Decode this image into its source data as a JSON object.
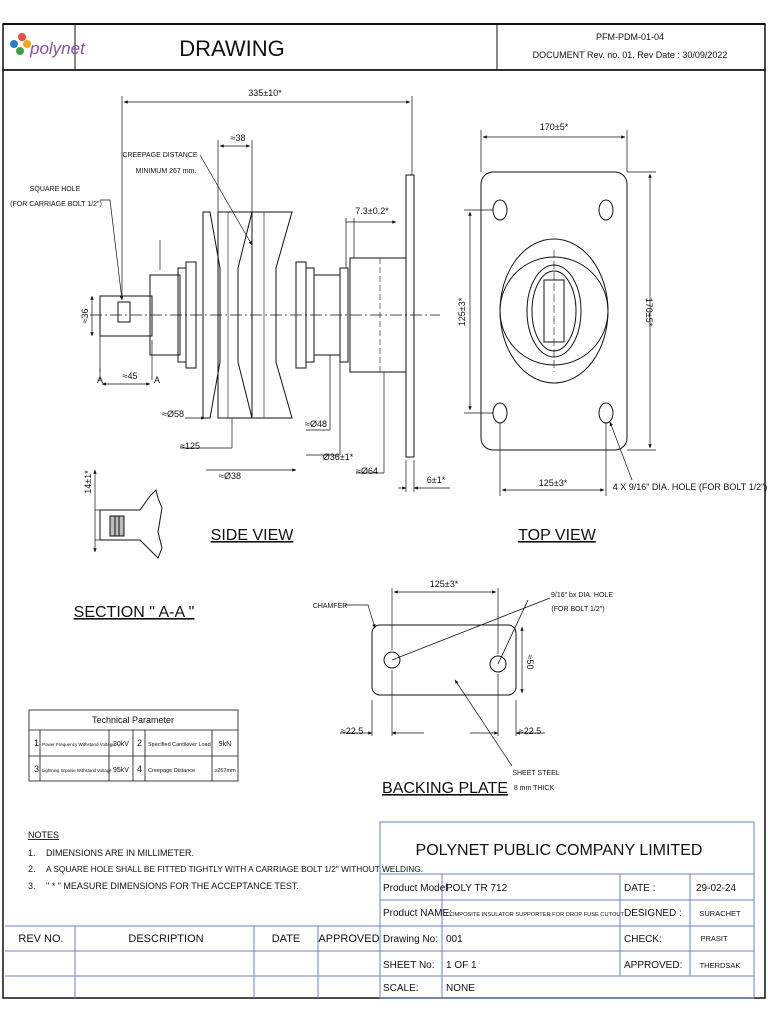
{
  "header": {
    "title": "DRAWING",
    "doc_code": "PFM-PDM-01-04",
    "doc_rev": "DOCUMENT Rev. no. 01, Rev Date : 30/09/2022"
  },
  "logo": {
    "text": "polynet"
  },
  "side_view": {
    "label": "SIDE VIEW",
    "dims": {
      "overall_length": "335±10*",
      "top_width": "≈38",
      "creepage_note_1": "CREEPAGE DISTANCE",
      "creepage_note_2": "MINIMUM 267 mm.",
      "square_hole_1": "SQUARE HOLE",
      "square_hole_2": "(FOR CARRIAGE BOLT 1/2\")",
      "groove": "7.3±0.2*",
      "height_36": "≈36",
      "len_45": "≈45",
      "section_a1": "A",
      "section_a2": "A",
      "dia_58": "≈Ø58",
      "len_125": "≈125",
      "dia_38": "≈Ø38",
      "dia_48": "≈Ø48",
      "dia_36": "Ø36±1*",
      "dia_64": "≈Ø64",
      "plate_thk": "6±1*"
    }
  },
  "top_view": {
    "label": "TOP VIEW",
    "dims": {
      "width_170": "170±5*",
      "height_125": "125±3*",
      "height_170": "170±5*",
      "width_125": "125±3*",
      "holes_note": "4 X 9/16\" DIA. HOLE (FOR BOLT 1/2\")"
    }
  },
  "section_aa": {
    "label": "SECTION \" A-A \"",
    "dim": "14±1*"
  },
  "backing_plate": {
    "label": "BACKING PLATE",
    "dims": {
      "hole_spacing": "125±3*",
      "chamfer": "CHAMFER",
      "hole_note_1": "9/16\" bx DIA. HOLE",
      "hole_note_2": "(FOR BOLT 1/2\")",
      "height_50": "≈50",
      "edge_left": "≈22.5",
      "edge_right": "≈22.5",
      "sheet_1": "SHEET STEEL",
      "sheet_2": "8 mm THICK"
    }
  },
  "tech_params": {
    "title": "Technical Parameter",
    "rows": [
      {
        "n1": "1",
        "p1": "Power Frequency Withstand Voltage",
        "v1": "30kV",
        "n2": "2",
        "p2": "Specified Cantilever Load",
        "v2": "9kN"
      },
      {
        "n1": "3",
        "p1": "Lightning Impulse Withstand Voltage",
        "v1": "95kV",
        "n2": "4",
        "p2": "Creepage Distance",
        "v2": "≥267mm"
      }
    ]
  },
  "notes": {
    "heading": "NOTES",
    "items": [
      {
        "num": "1.",
        "text": "DIMENSIONS ARE IN MILLIMETER."
      },
      {
        "num": "2.",
        "text": "A SQUARE HOLE SHALL BE FITTED TIGHTLY WITH A CARRIAGE BOLT 1/2\" WITHOUT WELDING."
      },
      {
        "num": "3.",
        "text": "\" * \" MEASURE DIMENSIONS FOR THE ACCEPTANCE TEST."
      }
    ]
  },
  "title_block": {
    "company": "POLYNET PUBLIC COMPANY LIMITED",
    "product_model_label": "Product Model :",
    "product_model": "POLY TR 712",
    "product_name_label": "Product NAME:",
    "product_name": "COMPOSITE INSULATOR SUPPORTER FOR DROP FUSE CUTOUT",
    "drawing_no_label": "Drawing No:",
    "drawing_no": "001",
    "sheet_no_label": "SHEET No:",
    "sheet_no": "1 OF 1",
    "scale_label": "SCALE:",
    "scale": "NONE",
    "date_label": "DATE :",
    "date": "29-02-24",
    "designed_label": "DESIGNED :",
    "designed": "SURACHET",
    "check_label": "CHECK:",
    "check": "PRASIT",
    "approved_label": "APPROVED:",
    "approved": "THERDSAK"
  },
  "revision_table": {
    "headers": [
      "REV NO.",
      "DESCRIPTION",
      "DATE",
      "APPROVED"
    ]
  },
  "colors": {
    "line": "#111111",
    "table_border": "#6d7fc9",
    "logo": [
      "#e94f3b",
      "#f6a21a",
      "#3aa34a",
      "#2b7bc0",
      "#8b4fa3"
    ]
  }
}
